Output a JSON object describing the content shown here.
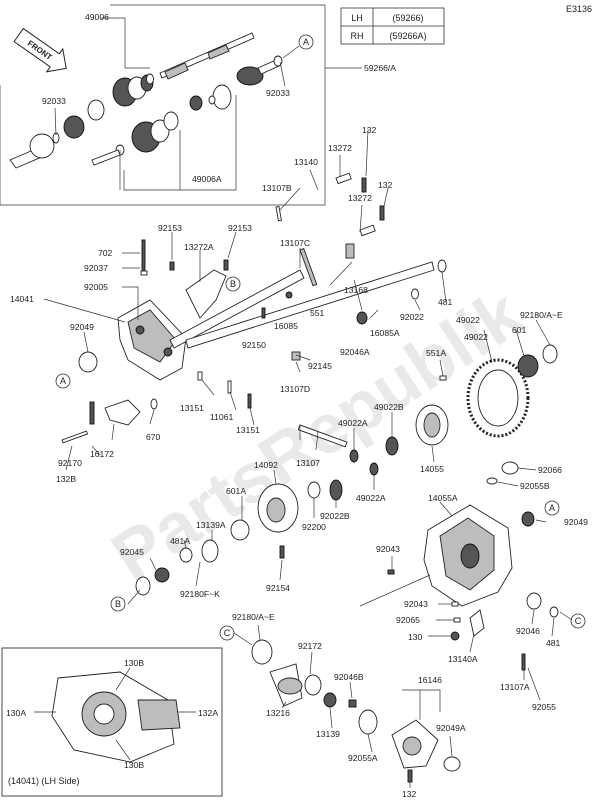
{
  "figure_code": "E3136",
  "legend_table": [
    {
      "side": "LH",
      "code": "(59266)"
    },
    {
      "side": "RH",
      "code": "(59266A)"
    }
  ],
  "front_arrow": "FRONT",
  "inset_caption": "(14041)  (LH Side)",
  "watermark": "PartsRepublik",
  "circle_refs": [
    "A",
    "B",
    "C"
  ],
  "labels": {
    "l49006": "49006",
    "l92033a": "92033",
    "l92033b": "92033",
    "l59266": "59266/A",
    "l49006A": "49006A",
    "l132a": "132",
    "l13272a": "13272",
    "l13140": "13140",
    "l13107B": "13107B",
    "l132b": "132",
    "l13272b": "13272",
    "l92153a": "92153",
    "l92153b": "92153",
    "l13272A": "13272A",
    "l702": "702",
    "l92037": "92037",
    "l92005": "92005",
    "l13107C": "13107C",
    "l13168": "13168",
    "l481a": "481",
    "l14041": "14041",
    "l92049a": "92049",
    "l16085": "16085",
    "l551": "551",
    "l92150": "92150",
    "l16085A": "16085A",
    "l92022": "92022",
    "l92180a": "92180/A~E",
    "l601a": "601",
    "l49022a": "49022",
    "l92046A": "92046A",
    "l92145": "92145",
    "l551A": "551A",
    "l13107D": "13107D",
    "l13151a": "13151",
    "l11061": "11061",
    "l13151b": "13151",
    "l670": "670",
    "l16172": "16172",
    "l92170": "92170",
    "l132B": "132B",
    "l49022B": "49022B",
    "l49022A": "49022A",
    "l14055": "14055",
    "l13107": "13107",
    "l14092": "14092",
    "l49022Ab": "49022A",
    "l601A": "601A",
    "l92022B": "92022B",
    "l92200": "92200",
    "l13139A": "13139A",
    "l481A": "481A",
    "l92045": "92045",
    "l92180FK": "92180F~K",
    "l92154": "92154",
    "l92066": "92066",
    "l92055B": "92055B",
    "l14055A": "14055A",
    "l92049b": "92049",
    "l92043a": "92043",
    "l92043b": "92043",
    "l92065": "92065",
    "l130": "130",
    "l13140A": "13140A",
    "l92046": "92046",
    "l481b": "481",
    "l13107A": "13107A",
    "l92055": "92055",
    "l92180b": "92180/A~E",
    "l92172": "92172",
    "l13216": "13216",
    "l92046B": "92046B",
    "l13139": "13139",
    "l92055A": "92055A",
    "l16146": "16146",
    "l92049A": "92049A",
    "l132c": "132",
    "l130Ba": "130B",
    "l130A": "130A",
    "l132A": "132A",
    "l130Bb": "130B"
  }
}
